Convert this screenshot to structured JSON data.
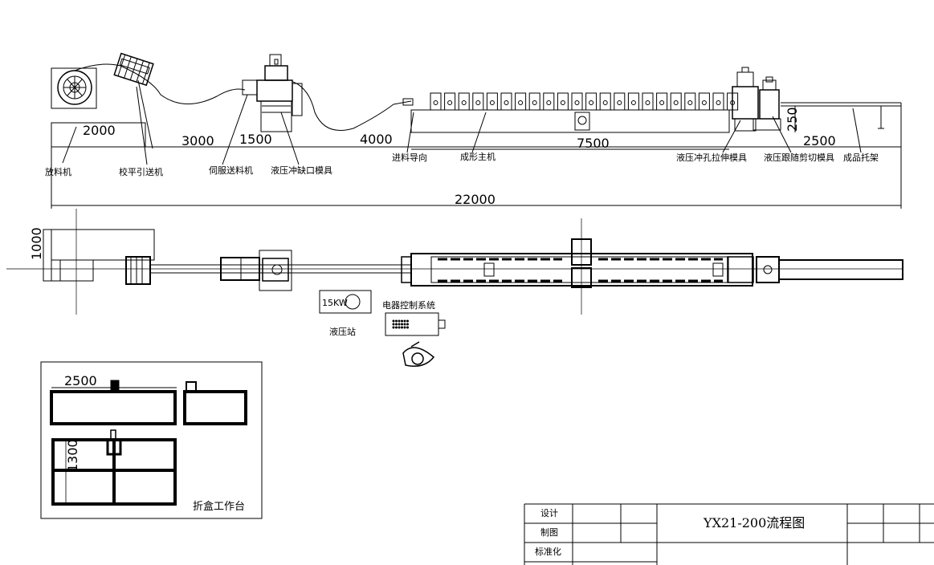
{
  "drawing": {
    "dimensions": {
      "d2000": "2000",
      "d3000": "3000",
      "d1500": "1500",
      "d4000": "4000",
      "d7500": "7500",
      "d250": "250",
      "d2500_top": "2500",
      "d22000": "22000",
      "d1000": "1000",
      "d2500_box": "2500",
      "d1300": "1300"
    },
    "stations": {
      "decoiler": "放料机",
      "leveler": "校平引送机",
      "servo_feeder": "伺服送料机",
      "notch_die": "液压冲缺口模具",
      "feed_guide": "进料导向",
      "forming_machine": "成形主机",
      "punch_stretch_die": "液压冲孔拉伸模具",
      "follow_cut_die": "液压跟随剪切模具",
      "product_rack": "成品托架"
    },
    "plan": {
      "hydraulic_power": "15KW",
      "hydraulic_station": "液压站",
      "electrical_control": "电器控制系统"
    },
    "inset": {
      "title": "折盒工作台"
    }
  },
  "title_block": {
    "design": "设计",
    "drafting": "制图",
    "standardization": "标准化",
    "drawing_title": "YX21-200流程图"
  }
}
